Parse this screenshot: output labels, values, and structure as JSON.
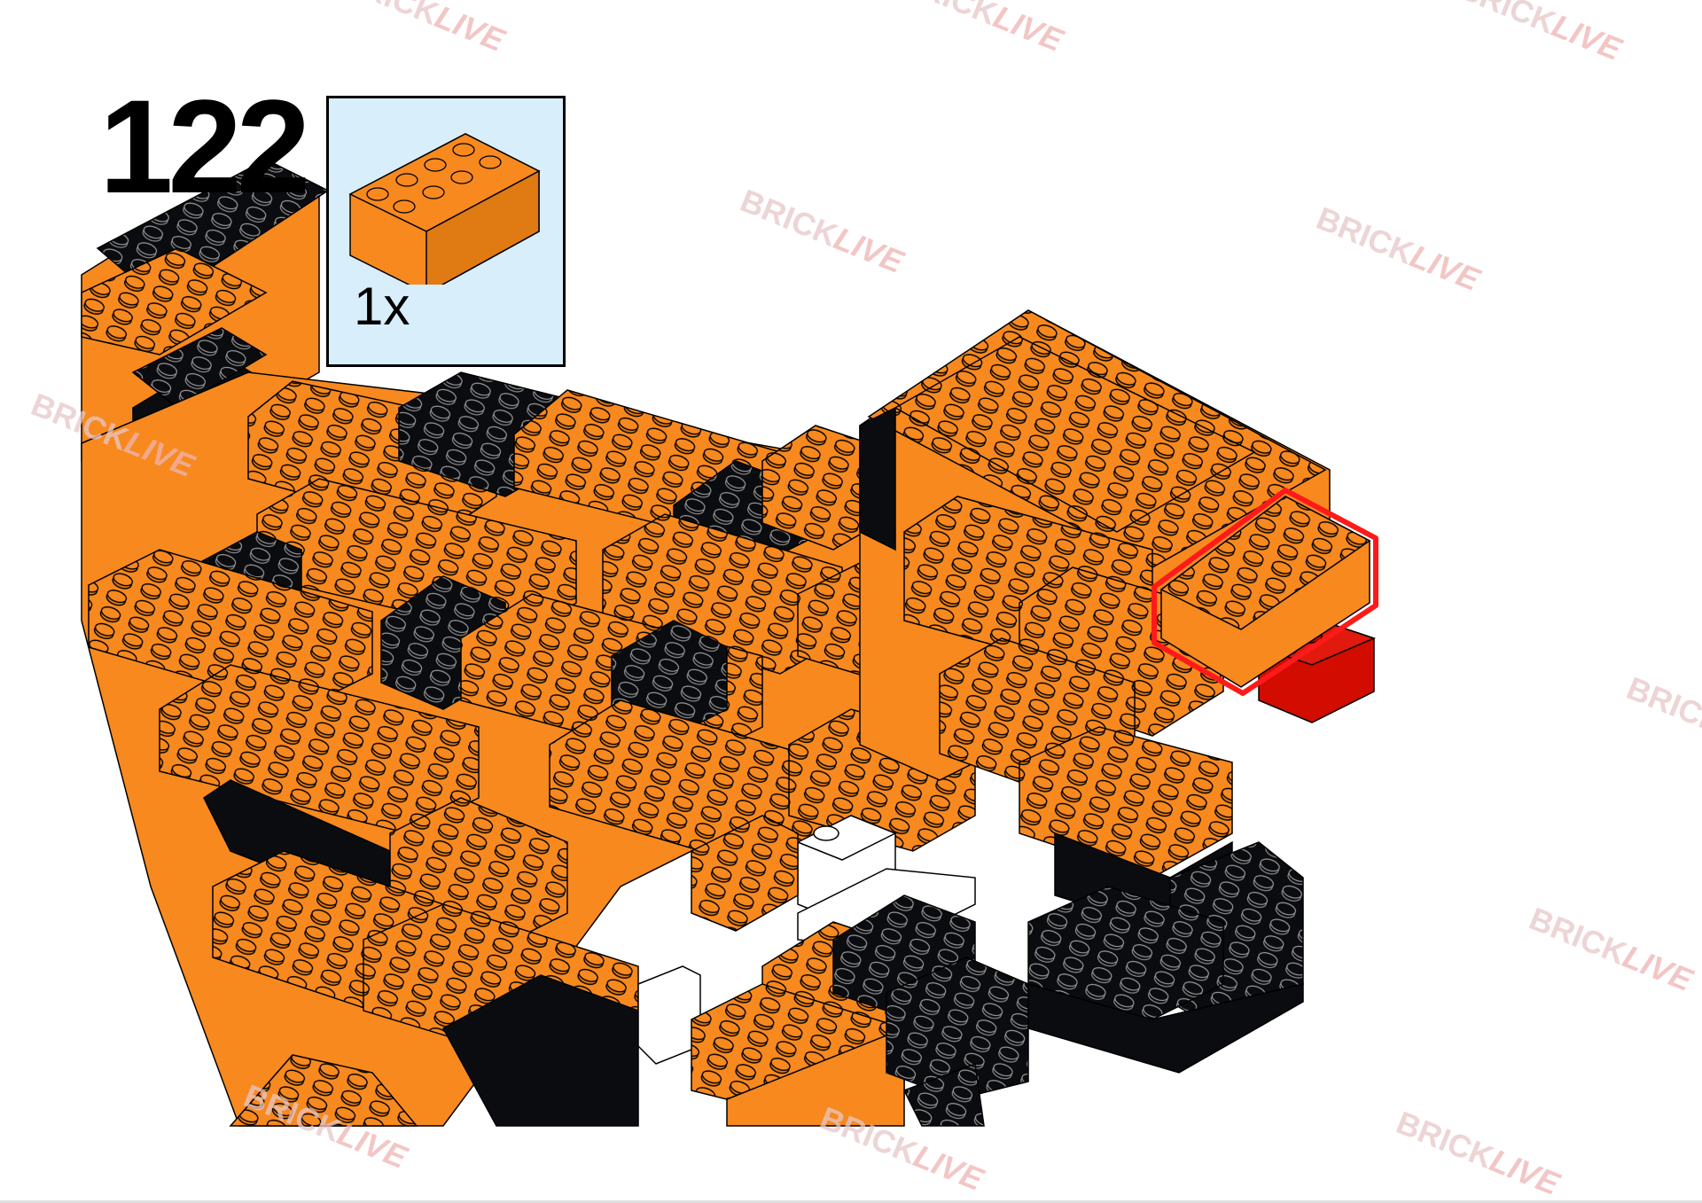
{
  "step": {
    "number": "122"
  },
  "parts_callout": {
    "quantity": "1x",
    "part_icon": "brick-2x4-icon",
    "part_color": "#f7891f"
  },
  "watermarks": [
    "BRICK",
    "LIVE"
  ],
  "colors": {
    "orange": "#f7891f",
    "black": "#0b0c10",
    "white": "#ffffff",
    "red": "#d30c00",
    "highlight": "#ff1a1a",
    "callout_bg": "#d8eefb"
  }
}
